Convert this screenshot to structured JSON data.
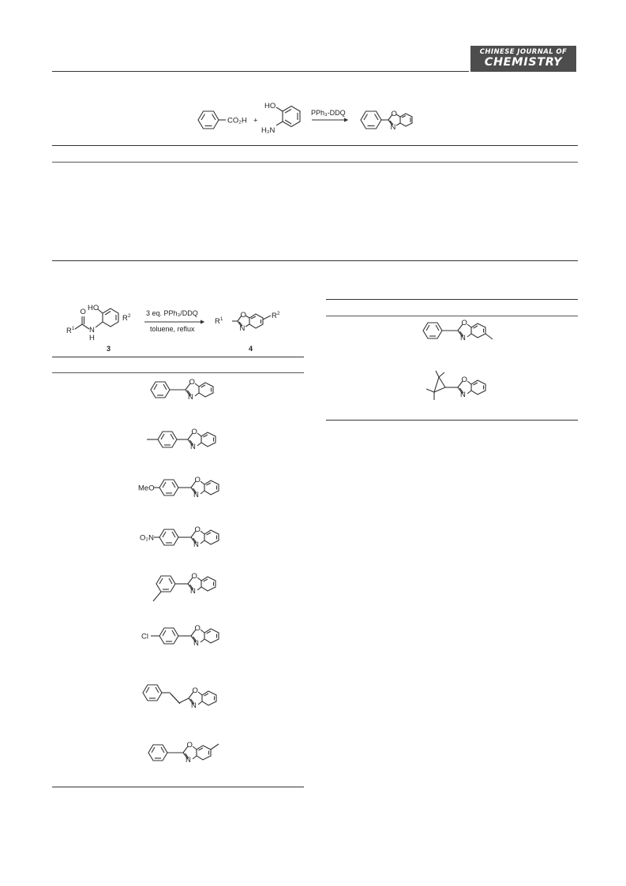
{
  "journal_badge": {
    "line1": "CHINESE JOURNAL OF",
    "line2": "CHEMISTRY"
  },
  "scheme1": {
    "sub1_label": "CO₂H",
    "plus": "+",
    "ho_label": "HO",
    "nh2_label": "H₂N",
    "reagent": "PPh₃-DDQ",
    "prod_o": "O",
    "prod_n": "N"
  },
  "scheme2": {
    "ho_label": "HO",
    "o_label": "O",
    "r1_label": "R",
    "r1_sup": "1",
    "nh_n": "N",
    "nh_h": "H",
    "r2_label": "R",
    "r2_sup": "2",
    "reagent_top": "3 eq. PPh₃/DDQ",
    "reagent_bottom": "toluene, reflux",
    "compound_left": "3",
    "compound_right": "4",
    "p_r1": "R",
    "p_r1_sup": "1",
    "p_o": "O",
    "p_n": "N",
    "p_r2": "R",
    "p_r2_sup": "2"
  },
  "left_table_products": [
    {
      "prefix": "",
      "o": "O",
      "n": "N"
    },
    {
      "prefix": "",
      "o": "O",
      "n": "N"
    },
    {
      "prefix": "MeO",
      "o": "O",
      "n": "N"
    },
    {
      "prefix": "O₂N",
      "o": "O",
      "n": "N"
    },
    {
      "prefix": "",
      "o": "O",
      "n": "N"
    },
    {
      "prefix": "Cl",
      "o": "O",
      "n": "N"
    },
    {
      "prefix": "",
      "o": "O",
      "n": "N"
    },
    {
      "prefix": "",
      "o": "O",
      "n": "N"
    }
  ],
  "right_table_products": [
    {
      "o": "O",
      "n": "N"
    },
    {
      "o": "O",
      "n": "N"
    }
  ]
}
